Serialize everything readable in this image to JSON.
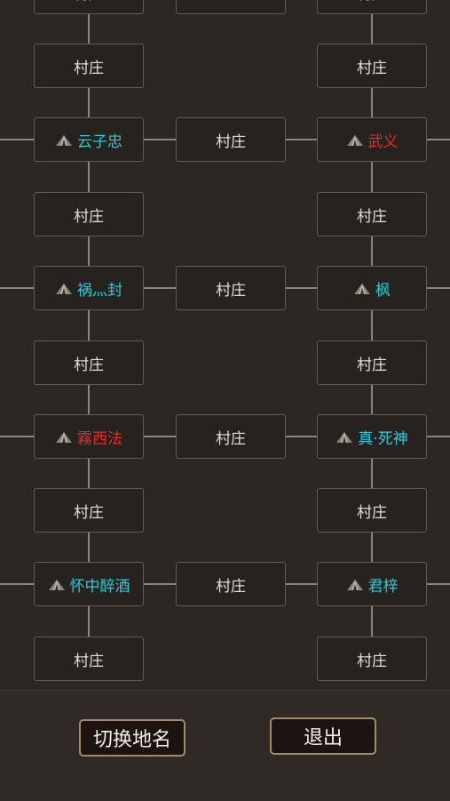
{
  "village_label": "村庄",
  "territories": [
    {
      "left": "云子忠",
      "right": "武义",
      "left_color": "#35c7d2",
      "right_color": "#e02f2f"
    },
    {
      "left": "祸灬封",
      "right": "枫",
      "left_color": "#35c7d2",
      "right_color": "#35c7d2"
    },
    {
      "left": "霧西法",
      "right": "真·死神",
      "left_color": "#e02f2f",
      "right_color": "#35c7d2"
    },
    {
      "left": "怀中醉酒",
      "right": "君梓",
      "left_color": "#35c7d2",
      "right_color": "#35c7d2"
    }
  ],
  "icons": {
    "territory_marker": "tent-icon"
  },
  "buttons": {
    "switch_name": "切换地名",
    "exit": "退出"
  }
}
